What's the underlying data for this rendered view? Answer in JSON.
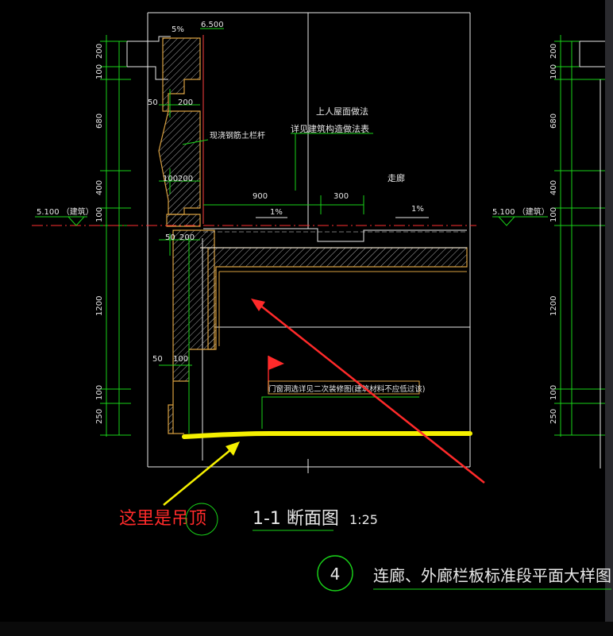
{
  "colors": {
    "background": "#000000",
    "green": "#19d219",
    "white": "#e8e8e8",
    "yellow": "#f5f000",
    "orange": "#d8a040",
    "red": "#ff2a2a",
    "magenta": "#ff00ff",
    "gray_panel": "#2a2a2e"
  },
  "dims": {
    "top_5pct": "5%",
    "top_6500": "6.500",
    "v_200_top": "200",
    "v_100_top": "100",
    "v_680": "680",
    "v_400": "400",
    "v_100_mid": "100",
    "v_1200": "1200",
    "v_100_low": "100",
    "v_250": "250",
    "h_50_a": "50",
    "h_200_a": "200",
    "h_100_b": "100",
    "h_200_b": "200",
    "h_50_c": "50",
    "h_200_c": "200",
    "h_50_d": "50",
    "h_100_d": "100",
    "h_900": "900",
    "h_300": "300",
    "slope_1": "1%",
    "slope_2": "1%",
    "level_left": "5.100 （建筑）",
    "level_right": "5.100 （建筑）",
    "right_200": "200",
    "right_100": "100",
    "right_680": "680",
    "right_400": "400",
    "right_100b": "100",
    "right_1200": "1200",
    "right_100c": "100",
    "right_250": "250"
  },
  "notes": {
    "roof_line1": "上人屋面做法",
    "roof_line2": "详见建筑构造做法表",
    "parapet_note": "现浇钢筋土栏杆",
    "corridor": "走廊",
    "flag_note": "门窗洞选详见二次装修图(建筑材料不应低过该)"
  },
  "annotation": {
    "callout": "这里是吊顶"
  },
  "titles": {
    "section_title": "1-1 断面图",
    "section_scale": "1:25",
    "detail_number": "4",
    "detail_title": "连廊、外廊栏板标准段平面大样图"
  }
}
